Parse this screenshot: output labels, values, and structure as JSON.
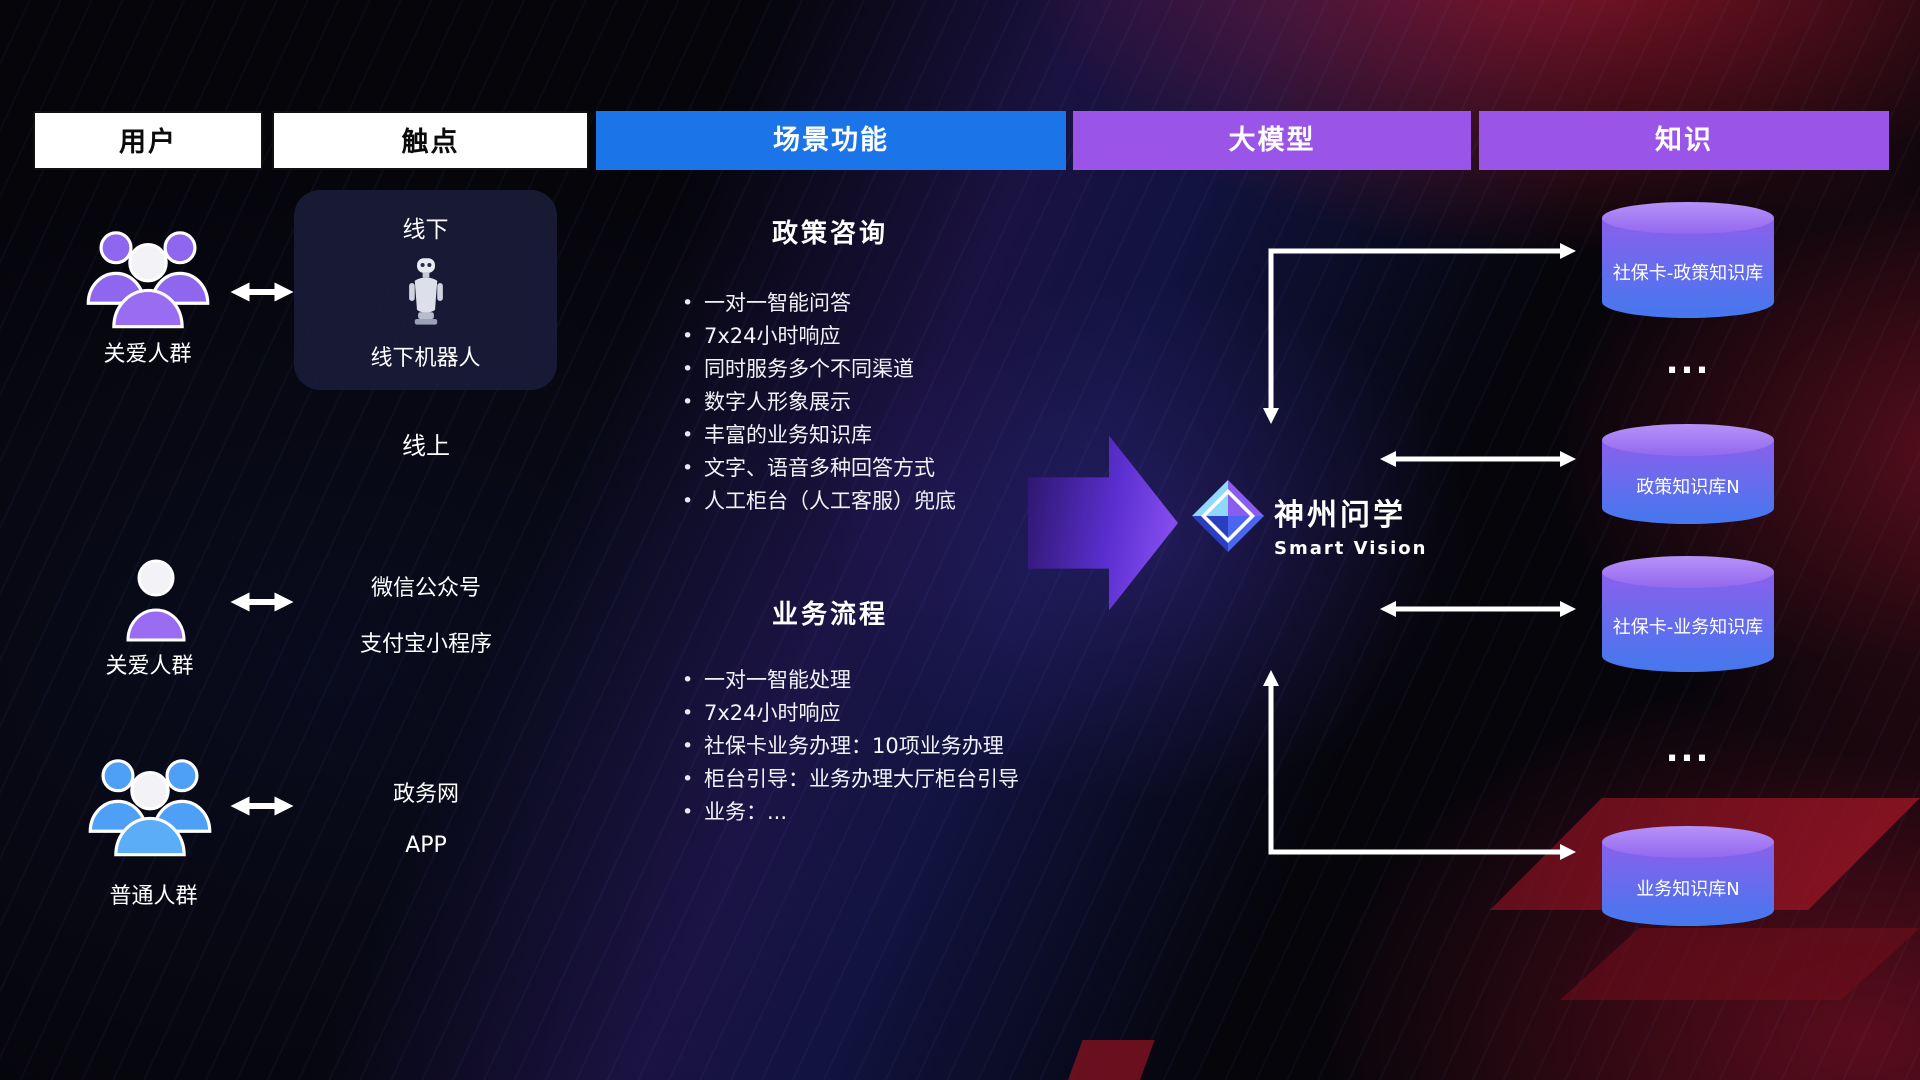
{
  "headers": [
    {
      "label": "用户"
    },
    {
      "label": "触点"
    },
    {
      "label": "场景功能"
    },
    {
      "label": "大模型"
    },
    {
      "label": "知识"
    }
  ],
  "users": [
    {
      "label": "关爱人群",
      "icon": "group-people-purple-icon"
    },
    {
      "label": "关爱人群",
      "icon": "person-purple-icon"
    },
    {
      "label": "普通人群",
      "icon": "group-people-blue-icon"
    }
  ],
  "touchpoints": {
    "offline": {
      "title": "线下",
      "device": "线下机器人",
      "icon": "robot-icon"
    },
    "online_title": "线上",
    "channels": [
      "微信公众号",
      "支付宝小程序",
      "政务网",
      "APP"
    ]
  },
  "scenes": [
    {
      "title": "政策咨询",
      "bullets": [
        "一对一智能问答",
        "7x24小时响应",
        "同时服务多个不同渠道",
        "数字人形象展示",
        "丰富的业务知识库",
        "文字、语音多种回答方式",
        "人工柜台（人工客服）兜底"
      ]
    },
    {
      "title": "业务流程",
      "bullets": [
        "一对一智能处理",
        "7x24小时响应",
        "社保卡业务办理：10项业务办理",
        "柜台引导：业务办理大厅柜台引导",
        "业务：..."
      ]
    }
  ],
  "model": {
    "name": "神州问学",
    "subtitle": "Smart Vision",
    "icon": "diamond-logo-icon"
  },
  "knowledge": [
    {
      "type": "db",
      "label": "社保卡-政策知识库"
    },
    {
      "type": "ellipsis",
      "label": "..."
    },
    {
      "type": "db",
      "label": "政策知识库N"
    },
    {
      "type": "db",
      "label": "社保卡-业务知识库"
    },
    {
      "type": "ellipsis",
      "label": "..."
    },
    {
      "type": "db",
      "label": "业务知识库N"
    }
  ],
  "colors": {
    "header_blue": "#1b74e8",
    "header_purple": "#9a55e8",
    "user_purple": "#9a6cf2",
    "user_blue": "#4da0f5",
    "db_top": "#b692f8",
    "db_bottom": "#4478ee",
    "flow_arrow_purple": "#7b3ff0",
    "background_red": "#8e1220",
    "arrow_white": "#ffffff"
  }
}
